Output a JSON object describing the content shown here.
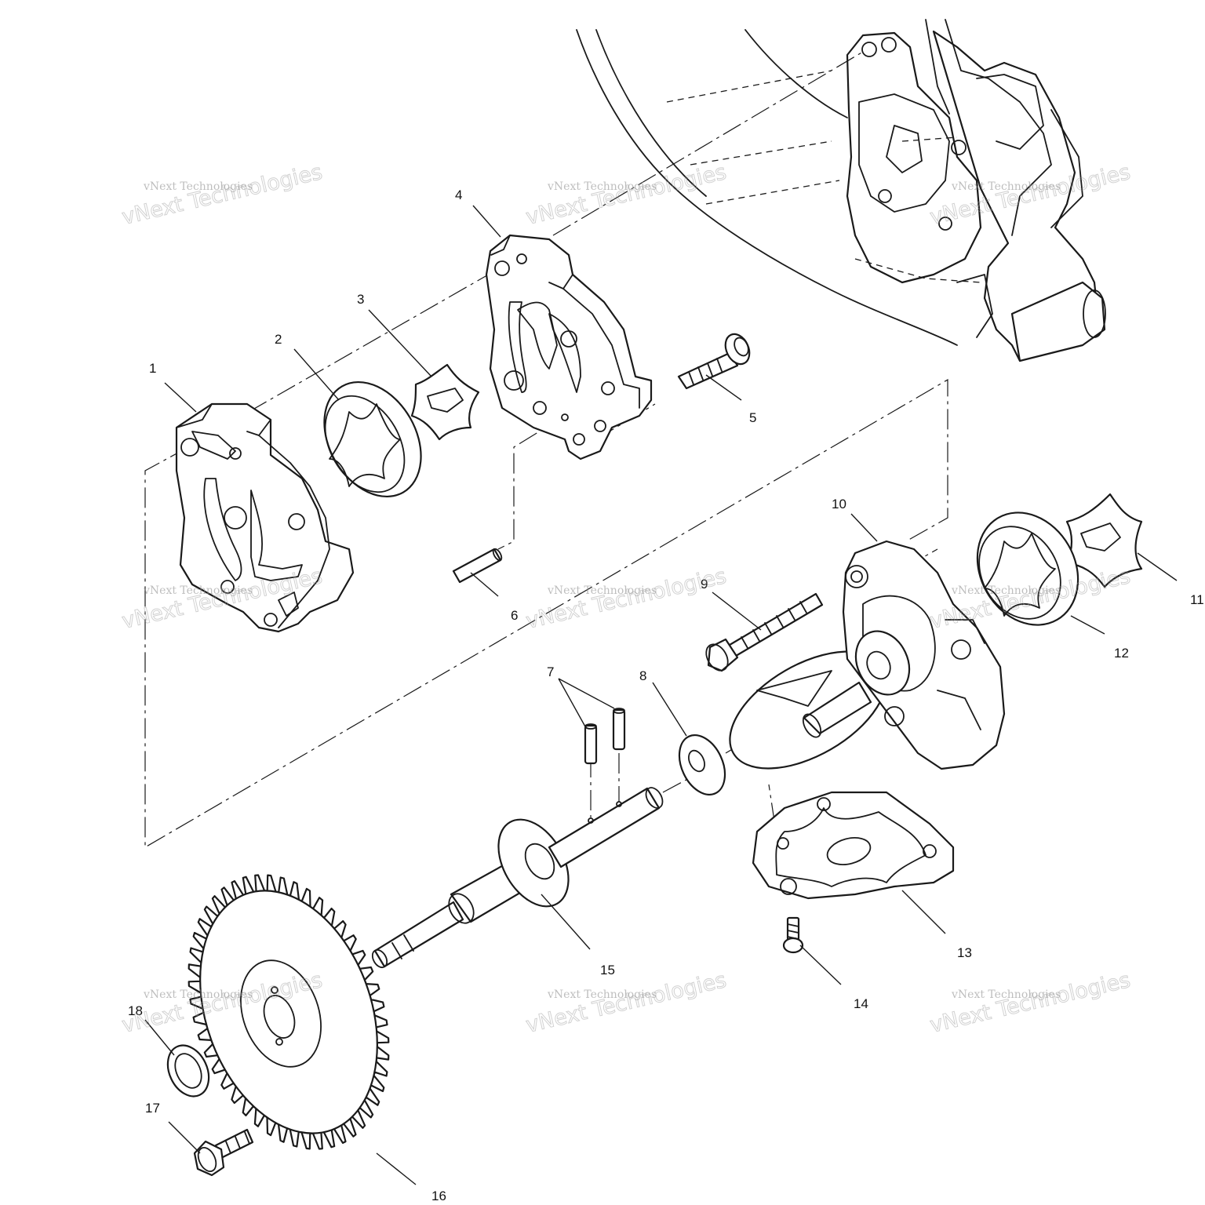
{
  "callouts": [
    "1",
    "2",
    "3",
    "4",
    "5",
    "6",
    "7",
    "8",
    "9",
    "10",
    "11",
    "12",
    "13",
    "14",
    "15",
    "16",
    "17",
    "18"
  ],
  "watermark": {
    "line1": "vNext Technologies",
    "big": "vNext Technologies"
  }
}
